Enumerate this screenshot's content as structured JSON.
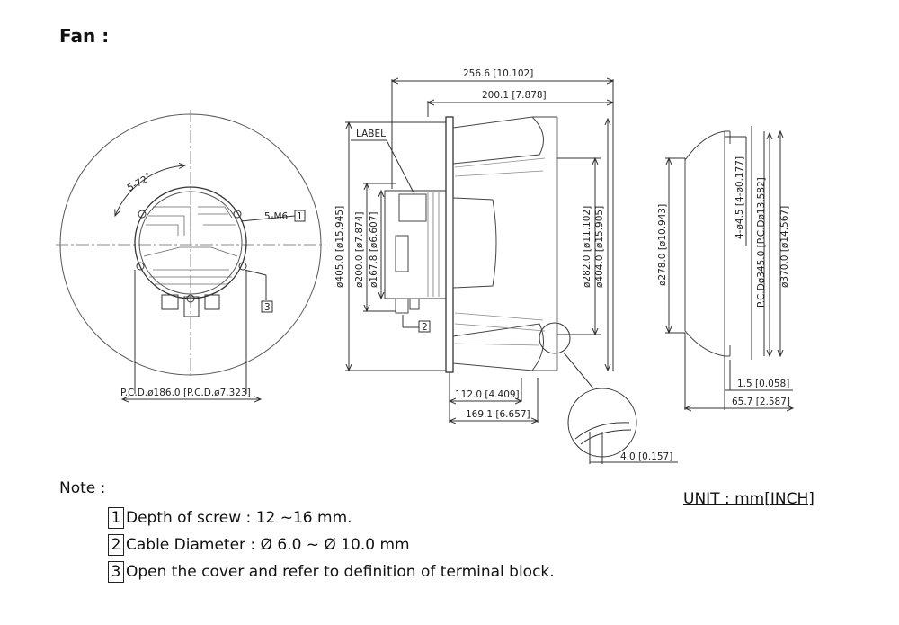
{
  "heading": "Fan :",
  "front_view": {
    "angle_label": "5-72˚",
    "screw_label": "5-M6",
    "screw_note_ref": "1",
    "cover_note_ref": "3",
    "pcd_label": "P.C.D.ø186.0 [P.C.D.ø7.323]"
  },
  "side_view": {
    "label_tag": "LABEL",
    "overall_length": "256.6 [10.102]",
    "body_length": "200.1 [7.878]",
    "dia_outer": "ø405.0 [ø15.945]",
    "dia_motor_outer": "ø200.0 [ø7.874]",
    "dia_motor_inner": "ø167.8 [ø6.607]",
    "dia_inlet": "ø282.0 [ø11.102]",
    "dia_wheel": "ø404.0 [ø15.905]",
    "depth_mount": "112.0 [4.409]",
    "depth_total": "169.1 [6.657]",
    "cable_note_ref": "2",
    "detail_gap": "4.0 [0.157]"
  },
  "ring_view": {
    "dia_throat": "ø278.0 [ø10.943]",
    "holes": "4-ø4.5 [4-ø0.177]",
    "pcd": "P.C.Dø345.0 [P.C.Dø13.582]",
    "dia_flange": "ø370.0 [ø14.567]",
    "thickness": "1.5 [0.058]",
    "width": "65.7 [2.587]"
  },
  "notes": {
    "label": "Note :",
    "unit": "UNIT : mm[INCH]",
    "items": [
      {
        "num": "1",
        "text": "Depth of screw : 12 ~16 mm."
      },
      {
        "num": "2",
        "text": "Cable Diameter : Ø 6.0 ~ Ø 10.0 mm"
      },
      {
        "num": "3",
        "text": "Open the cover and refer to definition of terminal block."
      }
    ]
  }
}
